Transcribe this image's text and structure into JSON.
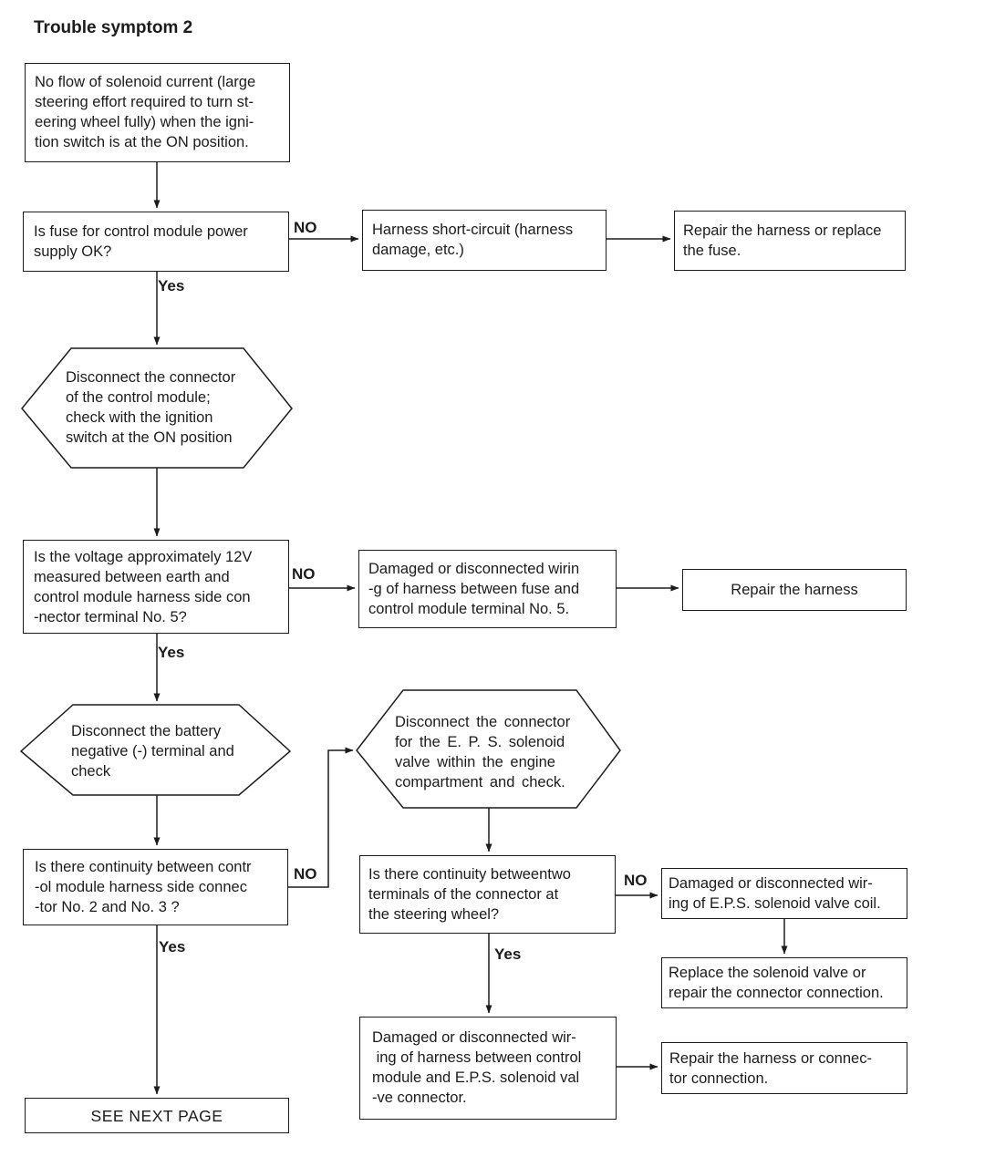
{
  "title": "Trouble symptom 2",
  "labels": {
    "no": "NO",
    "yes": "Yes"
  },
  "colors": {
    "ink": "#1c1c1c",
    "background": "#ffffff"
  },
  "nodes": {
    "symptom": {
      "text": "No flow of solenoid current (large\nsteering effort required to turn st-\neering wheel fully) when the igni-\ntion switch is at the ON position."
    },
    "q_fuse": {
      "text": "Is fuse for control module power\nsupply OK?"
    },
    "harness_short": {
      "text": "Harness short-circuit (harness\ndamage, etc.)"
    },
    "repair_fuse": {
      "text": "Repair the harness or replace\nthe fuse."
    },
    "disconnect_module": {
      "text": "Disconnect the connector\nof the control module;\ncheck with the ignition\nswitch at the ON position"
    },
    "q_voltage": {
      "text": "Is the voltage approximately 12V\nmeasured between earth and\ncontrol module harness side con\n-nector terminal No. 5?"
    },
    "damaged_fuse_wiring": {
      "text": "Damaged or disconnected wirin\n-g of harness between fuse and\ncontrol module terminal No. 5."
    },
    "repair_harness": {
      "text": "Repair the harness"
    },
    "disconnect_battery": {
      "text": "Disconnect the battery\nnegative (-) terminal and\ncheck"
    },
    "disconnect_eps": {
      "text": "Disconnect the connector\nfor the E. P. S. solenoid\nvalve within the engine\ncompartment and check."
    },
    "q_continuity_module": {
      "text": "Is there continuity between contr\n-ol module harness side connec\n-tor No. 2 and No. 3 ?"
    },
    "q_continuity_steering": {
      "text": "Is there continuity betweentwo\nterminals of the connector at\nthe steering wheel?"
    },
    "damaged_eps_coil": {
      "text": "Damaged or disconnected wir-\ning of E.P.S. solenoid valve coil."
    },
    "replace_valve": {
      "text": "Replace the solenoid valve or\nrepair the connector connection."
    },
    "damaged_module_eps": {
      "text": "Damaged or disconnected wir-\n ing of harness between control\nmodule and E.P.S. solenoid val\n-ve connector."
    },
    "repair_connector": {
      "text": "Repair the harness or connec-\ntor connection."
    },
    "see_next_page": {
      "text": "SEE NEXT PAGE"
    }
  }
}
